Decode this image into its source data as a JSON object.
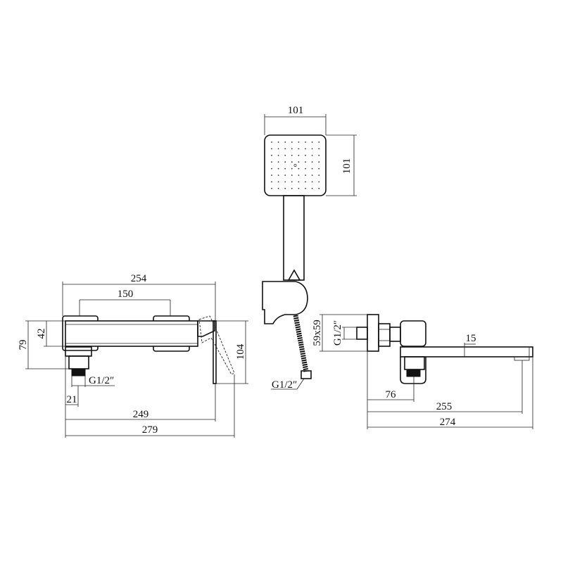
{
  "drawing": {
    "front_view": {
      "overall_width_top": "254",
      "inlet_spacing": "150",
      "body_height": "42",
      "depth_to_thread": "79",
      "lever_height": "104",
      "thread_label": "G1/2″",
      "thread_offset": "21",
      "width_to_lever": "249",
      "overall_width": "279"
    },
    "hand_shower": {
      "head_width": "101",
      "head_height": "101",
      "hose_thread": "G1/2″"
    },
    "side_view": {
      "flange_size": "59x59",
      "thread_label": "G1/2″",
      "spout_thickness": "15",
      "outlet_offset": "76",
      "spout_reach": "255",
      "overall_length": "274"
    }
  }
}
